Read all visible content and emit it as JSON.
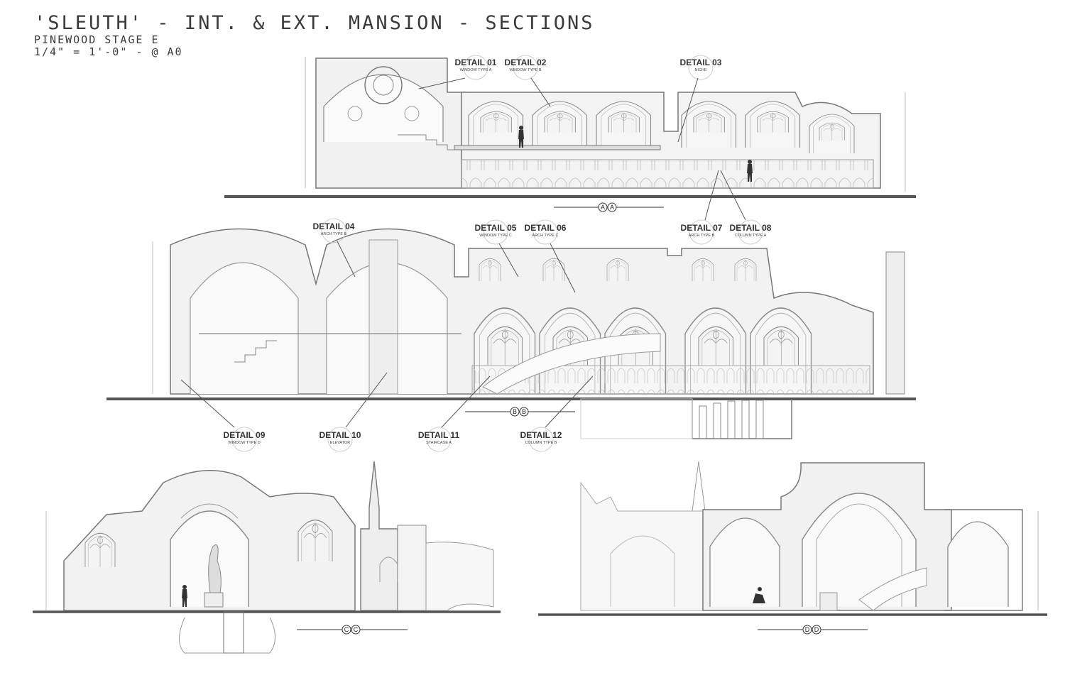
{
  "title": {
    "line1": "'SLEUTH' - INT. & EXT. MANSION - SECTIONS",
    "line2": "PINEWOOD STAGE E",
    "line3": "1/4\" = 1'-0\"   - @ A0"
  },
  "sections": [
    {
      "id": "section-aa",
      "marker": "A",
      "marker2": "A"
    },
    {
      "id": "section-bb",
      "marker": "B",
      "marker2": "B"
    },
    {
      "id": "section-cc",
      "marker": "C",
      "marker2": "C"
    },
    {
      "id": "section-dd",
      "marker": "D",
      "marker2": "D"
    }
  ],
  "details": [
    {
      "label": "DETAIL 01",
      "sub": "WINDOW TYPE A"
    },
    {
      "label": "DETAIL 02",
      "sub": "WINDOW TYPE B"
    },
    {
      "label": "DETAIL 03",
      "sub": "NICHE"
    },
    {
      "label": "DETAIL 04",
      "sub": "ARCH TYPE B"
    },
    {
      "label": "DETAIL 05",
      "sub": "WINDOW TYPE C"
    },
    {
      "label": "DETAIL 06",
      "sub": "ARCH TYPE C"
    },
    {
      "label": "DETAIL 07",
      "sub": "ARCH TYPE B"
    },
    {
      "label": "DETAIL 08",
      "sub": "COLUMN TYPE A"
    },
    {
      "label": "DETAIL 09",
      "sub": "WINDOW TYPE D"
    },
    {
      "label": "DETAIL 10",
      "sub": "ELEVATOR"
    },
    {
      "label": "DETAIL 11",
      "sub": "STAIRCASE A"
    },
    {
      "label": "DETAIL 12",
      "sub": "COLUMN TYPE B"
    }
  ]
}
